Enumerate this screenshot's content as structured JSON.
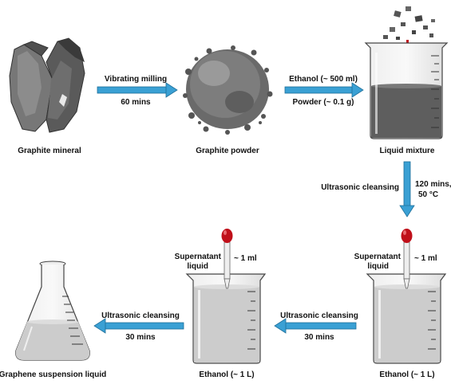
{
  "stages": {
    "mineral": "Graphite mineral",
    "powder": "Graphite powder",
    "mixture": "Liquid mixture",
    "ethanol_right": "Ethanol (~ 1 L)",
    "ethanol_middle": "Ethanol (~ 1 L)",
    "suspension": "Graphene suspension liquid"
  },
  "steps": {
    "milling": {
      "line1": "Vibrating milling",
      "line2": "60 mins"
    },
    "mixing": {
      "line1": "Ethanol (~ 500 ml)",
      "line2": "Powder (~ 0.1 g)"
    },
    "sonication": {
      "left": "Ultrasonic cleansing",
      "right1": "120 mins,",
      "right2": "50 °C"
    },
    "transfer_1": {
      "line1": "Ultrasonic cleansing",
      "line2": "30 mins"
    },
    "transfer_2": {
      "line1": "Ultrasonic cleansing",
      "line2": "30 mins"
    }
  },
  "pipettes": {
    "right": {
      "label1": "Supernatant",
      "label2": "liquid",
      "volume": "~ 1 ml"
    },
    "middle": {
      "label1": "Supernatant",
      "label2": "liquid",
      "volume": "~ 1 ml"
    }
  },
  "colors": {
    "arrow": "#3aa0d4",
    "bulb": "#c0101a",
    "dark_liquid": "#5e5e5e",
    "clear_liquid": "#cccccc"
  }
}
